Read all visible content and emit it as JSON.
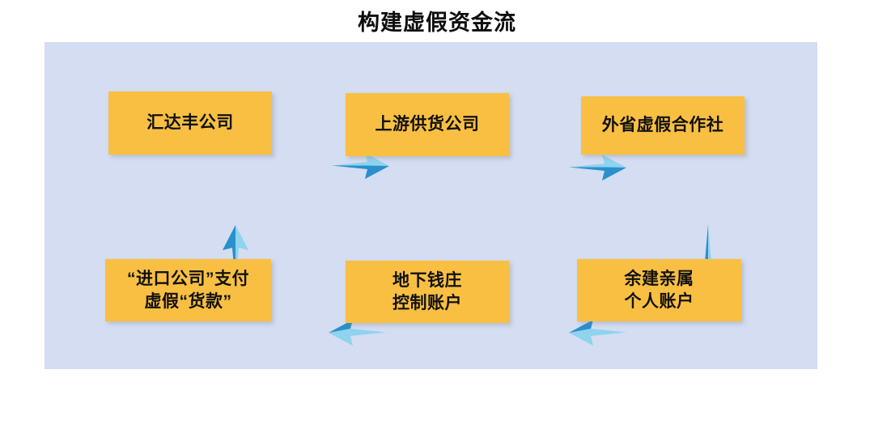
{
  "title": "构建虚假资金流",
  "colors": {
    "panel_background": "#d4ddf2",
    "node_fill": "#f9bf42",
    "node_text": "#111111",
    "arrow_light": "#7ecdec",
    "arrow_dark": "#1f7fc0",
    "page_background": "#ffffff",
    "title_text": "#0d0d0d"
  },
  "diagram": {
    "type": "flowchart",
    "nodes": [
      {
        "id": "huidafeng",
        "label": "汇达丰公司",
        "row": "top",
        "column": 1
      },
      {
        "id": "upstream",
        "label": "上游供货公司",
        "row": "top",
        "column": 2
      },
      {
        "id": "coop",
        "label": "外省虚假合作社",
        "row": "top",
        "column": 3
      },
      {
        "id": "import",
        "label": "“进口公司”支付\n虚假“货款”",
        "row": "bottom",
        "column": 1
      },
      {
        "id": "underground",
        "label": "地下钱庄\n控制账户",
        "row": "bottom",
        "column": 2
      },
      {
        "id": "relatives",
        "label": "余建亲属\n个人账户",
        "row": "bottom",
        "column": 3
      }
    ],
    "edges": [
      {
        "from": "huidafeng",
        "to": "upstream",
        "direction": "right"
      },
      {
        "from": "upstream",
        "to": "coop",
        "direction": "right"
      },
      {
        "from": "coop",
        "to": "relatives",
        "direction": "down"
      },
      {
        "from": "relatives",
        "to": "underground",
        "direction": "left"
      },
      {
        "from": "underground",
        "to": "import",
        "direction": "left"
      },
      {
        "from": "import",
        "to": "huidafeng",
        "direction": "up"
      }
    ]
  }
}
